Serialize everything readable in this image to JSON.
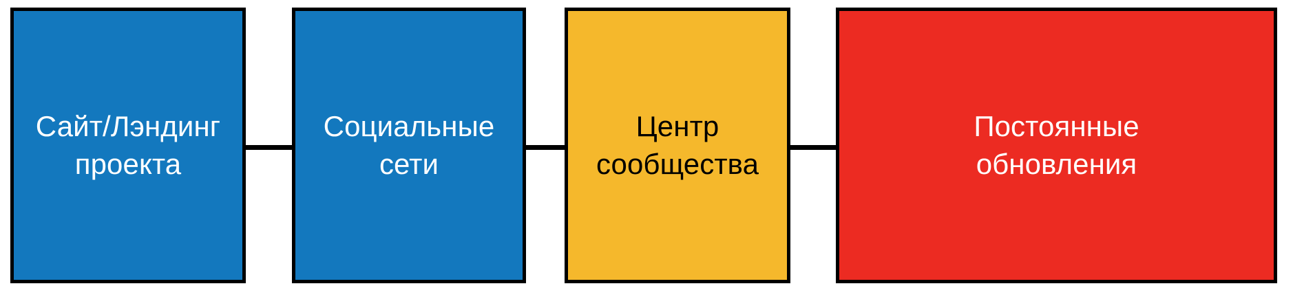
{
  "diagram": {
    "type": "horizontal-flowchart",
    "background_color": "#FFFFFF",
    "border_color": "#000000",
    "nodes": [
      {
        "id": "node-1",
        "label": "Сайт/Лэндинг\nпроекта",
        "fill_color": "#1378BE",
        "text_color": "#FFFFFF"
      },
      {
        "id": "node-2",
        "label": "Социальные\nсети",
        "fill_color": "#1378BE",
        "text_color": "#FFFFFF"
      },
      {
        "id": "node-3",
        "label": "Центр\nсообщества",
        "fill_color": "#F5B82C",
        "text_color": "#000000"
      },
      {
        "id": "node-4",
        "label": "Постоянные\nобновления",
        "fill_color": "#EC2B22",
        "text_color": "#FFFFFF"
      }
    ],
    "connectors": [
      {
        "id": "connector-1",
        "from": "node-1",
        "to": "node-2",
        "color": "#000000"
      },
      {
        "id": "connector-2",
        "from": "node-2",
        "to": "node-3",
        "color": "#000000"
      },
      {
        "id": "connector-3",
        "from": "node-3",
        "to": "node-4",
        "color": "#000000"
      }
    ]
  }
}
